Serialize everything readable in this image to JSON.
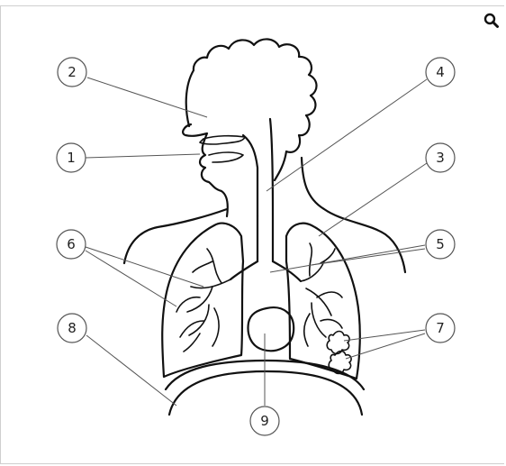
{
  "toolbar": {
    "zoom_icon": "magnifier-icon"
  },
  "diagram": {
    "labels": [
      {
        "id": "label-1",
        "text": "1"
      },
      {
        "id": "label-2",
        "text": "2"
      },
      {
        "id": "label-3",
        "text": "3"
      },
      {
        "id": "label-4",
        "text": "4"
      },
      {
        "id": "label-5",
        "text": "5"
      },
      {
        "id": "label-6",
        "text": "6"
      },
      {
        "id": "label-7",
        "text": "7"
      },
      {
        "id": "label-8",
        "text": "8"
      },
      {
        "id": "label-9",
        "text": "9"
      }
    ]
  }
}
